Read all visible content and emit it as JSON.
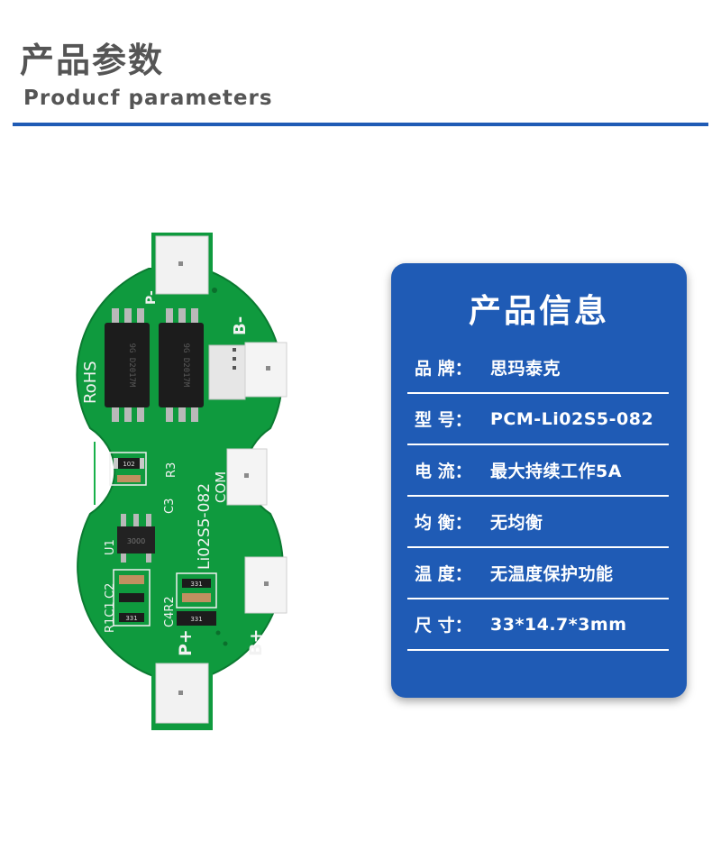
{
  "header": {
    "title_cn": "产品参数",
    "title_en": "Producf  parameters"
  },
  "product_image": {
    "silk": {
      "p_minus": "P-",
      "b_minus": "B-",
      "rohs": "RoHS",
      "model": "Li02S5-082",
      "com": "COM",
      "r3": "R3",
      "c3": "C3",
      "u1": "U1",
      "c2": "C2",
      "r1c1": "R1C1",
      "c4r2": "C4R2",
      "p_plus": "P+",
      "b_plus": "B+",
      "res_102": "102",
      "res_331a": "331",
      "res_331b": "331",
      "res_331c": "331",
      "chip_mark_1": "9G D2017M",
      "chip_mark_2": "9G D2017M",
      "ic_3000": "3000"
    },
    "colors": {
      "pcb": "#0f9a3e",
      "pad": "#f2f2f2"
    }
  },
  "info_card": {
    "title": "产品信息",
    "rows": [
      {
        "label": "品  牌：",
        "value": "思玛泰克"
      },
      {
        "label": "型  号：",
        "value": "PCM-Li02S5-082"
      },
      {
        "label": "电  流：",
        "value": "最大持续工作5A"
      },
      {
        "label": "均  衡：",
        "value": "无均衡"
      },
      {
        "label": "温  度：",
        "value": "无温度保护功能"
      },
      {
        "label": "尺  寸：",
        "value": "33*14.7*3mm"
      }
    ],
    "colors": {
      "background": "#1f5bb5",
      "text": "#ffffff"
    }
  }
}
